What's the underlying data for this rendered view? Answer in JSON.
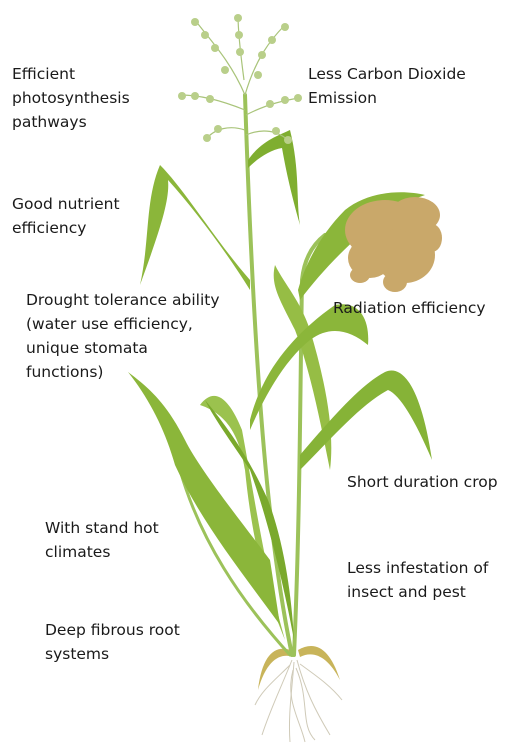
{
  "labels": {
    "photosynthesis": "Efficient\nphotosynthesis\npathways",
    "carbon": "Less Carbon Dioxide\nEmission",
    "nutrient": "Good nutrient\nefficiency",
    "drought": "Drought tolerance ability\n(water use efficiency,\nunique stomata\nfunctions)",
    "radiation": "Radiation efficiency",
    "short_duration": "Short duration crop",
    "hot_climates": "With stand hot\nclimates",
    "pest": "Less infestation of\ninsect and pest",
    "root": "Deep fibrous root\nsystems"
  },
  "colors": {
    "leaf": "#8bb63a",
    "leaf_dark": "#5e8a1f",
    "stem": "#9cc25a",
    "panicle": "#c9a86a",
    "flower": "#b9cf8a",
    "root": "#d8d3c4"
  }
}
